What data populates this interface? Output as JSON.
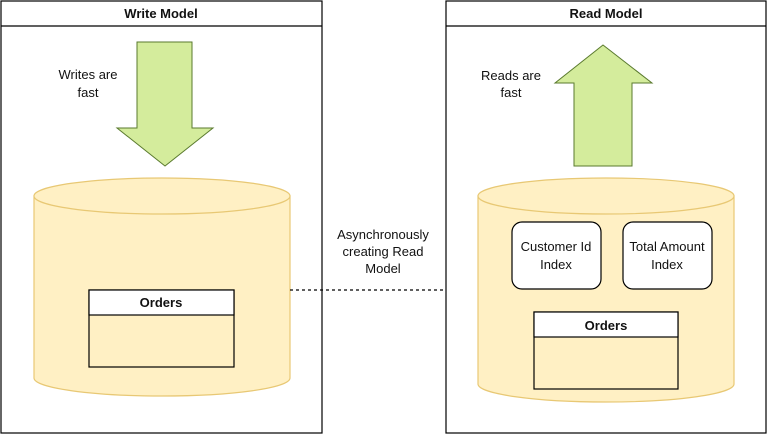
{
  "write_model": {
    "title": "Write Model",
    "arrow_label_line1": "Writes are",
    "arrow_label_line2": "fast",
    "table_title": "Orders"
  },
  "connector": {
    "line1": "Asynchronously",
    "line2": "creating Read",
    "line3": "Model"
  },
  "read_model": {
    "title": "Read Model",
    "arrow_label_line1": "Reads are",
    "arrow_label_line2": "fast",
    "index1_line1": "Customer Id",
    "index1_line2": "Index",
    "index2_line1": "Total Amount",
    "index2_line2": "Index",
    "table_title": "Orders"
  },
  "colors": {
    "arrow_fill": "#d4ec9c",
    "arrow_stroke": "#5a7a2e",
    "db_fill": "#fff0c4",
    "db_stroke": "#e8c874",
    "line": "#000000"
  }
}
